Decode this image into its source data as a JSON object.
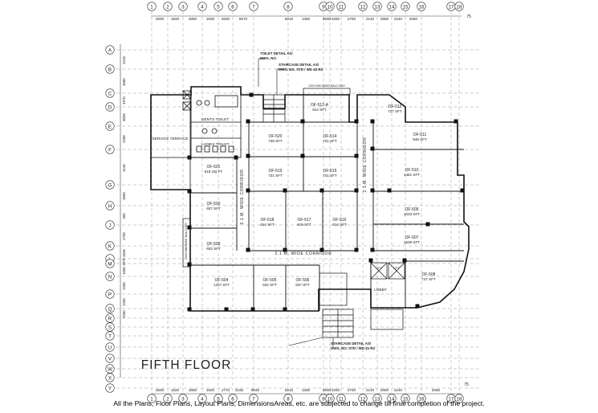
{
  "floor_title": "FIFTH FLOOR",
  "disclaimer": "All the Plans, Floor Plans, Layout Plans, DimensionsAreas, etc. are subjected to change till final completion of the project.",
  "grid": {
    "columns": [
      "1",
      "2",
      "3",
      "4",
      "5",
      "6",
      "7",
      "8",
      "9",
      "10",
      "11",
      "12",
      "13",
      "14",
      "15",
      "16",
      "17",
      "18"
    ],
    "rows": [
      "A",
      "B",
      "C",
      "D",
      "E",
      "F",
      "G",
      "H",
      "J",
      "K",
      "L",
      "M",
      "N",
      "P",
      "Q",
      "R",
      "S",
      "T",
      "U",
      "V",
      "W",
      "X",
      "Y"
    ],
    "top_dims": [
      "4500",
      "1820",
      "4850",
      "1500",
      "2630",
      "5570",
      "5215",
      "1350",
      "3900",
      "2250",
      "2750",
      "2140",
      "2960",
      "4240",
      "2060"
    ],
    "bottom_dims": [
      "4500",
      "1820",
      "4850",
      "1500",
      "1770",
      "3155",
      "5045",
      "5215",
      "1350",
      "3900",
      "2250",
      "2750",
      "2140",
      "2960",
      "4240",
      "2060"
    ],
    "left_dims": [
      "3415",
      "4650",
      "4970",
      "5005",
      "2250",
      "3140",
      "3600",
      "450",
      "2700",
      "3645",
      "1875",
      "1650",
      "2250",
      "1250",
      "2250"
    ],
    "end_tag_top": "75",
    "end_tag_bottom": "75"
  },
  "labels": {
    "toilet_detail": [
      "TOILET DETAIL AS/",
      "DWG. NO."
    ],
    "staircase_top": [
      "STAIRCASE DETAIL AS/",
      "DWG. NO. STD / WD 42-R2"
    ],
    "staircase_bottom": [
      "STAIRCASE DETAIL AS/",
      "DWG. NO. STD / WD 41-R2"
    ],
    "service_terrace": "SERVICE TERRACE",
    "gents_toilet": "GENTS TOILET",
    "ladies_toilet": "LADIES TOILET",
    "lobby": "LOBBY",
    "corridor_h": "2.1 M. WIDE CORRIDOR",
    "corridor_v1": "2.1 M. WIDE CORRIDOR",
    "corridor_v2": "2.1 M. WIDE CORRIDOR",
    "balcony_top": "1200 MM WIDE BALCONY",
    "balcony_left": "1200 MM WIDE BALCONY",
    "lift_labels": [
      "LIFT",
      "LIFT"
    ]
  },
  "units": [
    {
      "name": "OF-512-A",
      "area": "814 SFT"
    },
    {
      "name": "OF-513",
      "area": "727 SFT"
    },
    {
      "name": "OF-520",
      "area": "739 SFT"
    },
    {
      "name": "OF-514",
      "area": "731 SFT"
    },
    {
      "name": "OF-511",
      "area": "949 SFT"
    },
    {
      "name": "OF-501",
      "area": "618 SQ.FT"
    },
    {
      "name": "OF-519",
      "area": "731 SFT"
    },
    {
      "name": "OF-515",
      "area": "731 SFT"
    },
    {
      "name": "OF-510",
      "area": "1481 SFT"
    },
    {
      "name": "OF-502",
      "area": "607 SFT"
    },
    {
      "name": "OF-518",
      "area": "814 SFT"
    },
    {
      "name": "OF-517",
      "area": "819 SFT"
    },
    {
      "name": "OF-516",
      "area": "814 SFT"
    },
    {
      "name": "OF-509",
      "area": "1033 SFT"
    },
    {
      "name": "OF-503",
      "area": "603 SFT"
    },
    {
      "name": "OF-507",
      "area": "1538 SFT"
    },
    {
      "name": "OF-504",
      "area": "1227 SFT"
    },
    {
      "name": "OF-505",
      "area": "622 SFT"
    },
    {
      "name": "OF-506",
      "area": "637 SFT"
    },
    {
      "name": "OF-508",
      "area": "747 SFT"
    }
  ]
}
